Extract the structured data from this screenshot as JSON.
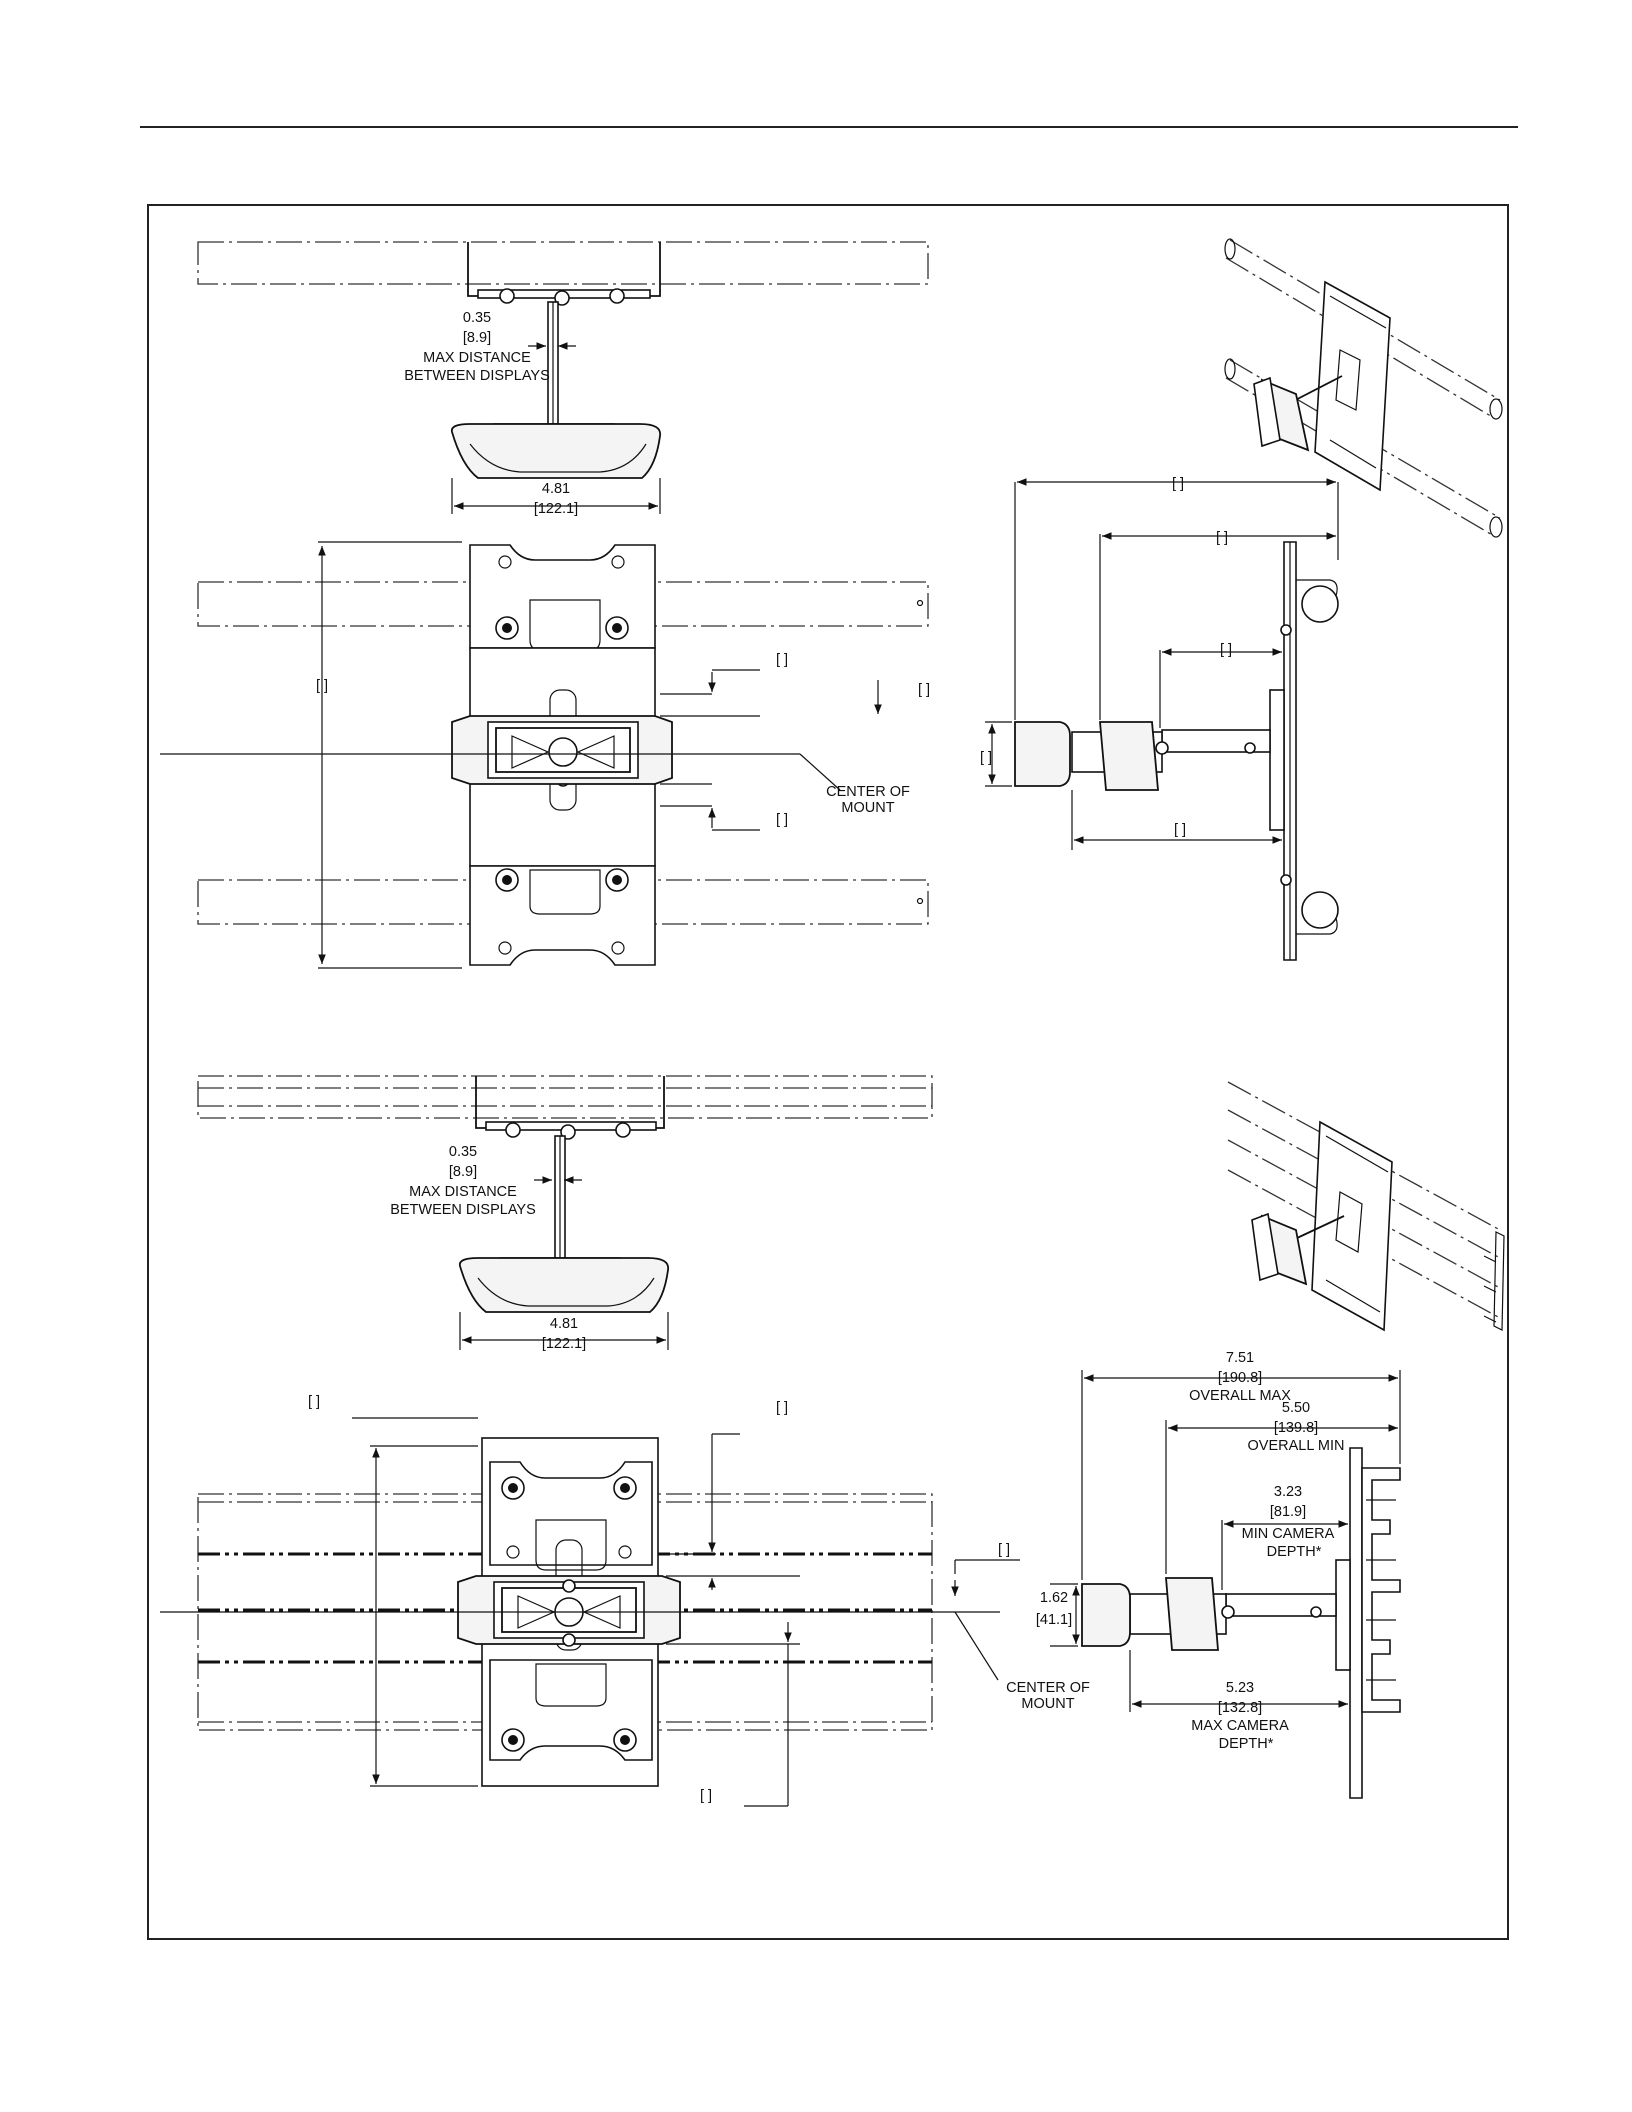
{
  "top_section": {
    "gap_dim": {
      "inches": "0.35",
      "mm": "[8.9]",
      "note_line1": "MAX DISTANCE",
      "note_line2": "BETWEEN DISPLAYS"
    },
    "width_dim": {
      "inches": "4.81",
      "mm": "[122.1]"
    },
    "center_label": {
      "line1": "CENTER OF",
      "line2": "MOUNT"
    },
    "empty_bracket": "[     ]"
  },
  "bottom_section": {
    "gap_dim": {
      "inches": "0.35",
      "mm": "[8.9]",
      "note_line1": "MAX DISTANCE",
      "note_line2": "BETWEEN DISPLAYS"
    },
    "width_dim": {
      "inches": "4.81",
      "mm": "[122.1]"
    },
    "center_label": {
      "line1": "CENTER OF",
      "line2": "MOUNT"
    },
    "overall_max": {
      "inches": "7.51",
      "mm": "[190.8]",
      "note": "OVERALL MAX"
    },
    "overall_min": {
      "inches": "5.50",
      "mm": "[139.8]",
      "note": "OVERALL MIN"
    },
    "min_camera": {
      "inches": "3.23",
      "mm": "[81.9]",
      "note_line1": "MIN CAMERA",
      "note_line2": "DEPTH*"
    },
    "max_camera": {
      "inches": "5.23",
      "mm": "[132.8]",
      "note_line1": "MAX CAMERA",
      "note_line2": "DEPTH*"
    },
    "height_dim": {
      "inches": "1.62",
      "mm": "[41.1]"
    },
    "empty_bracket": "[     ]"
  }
}
